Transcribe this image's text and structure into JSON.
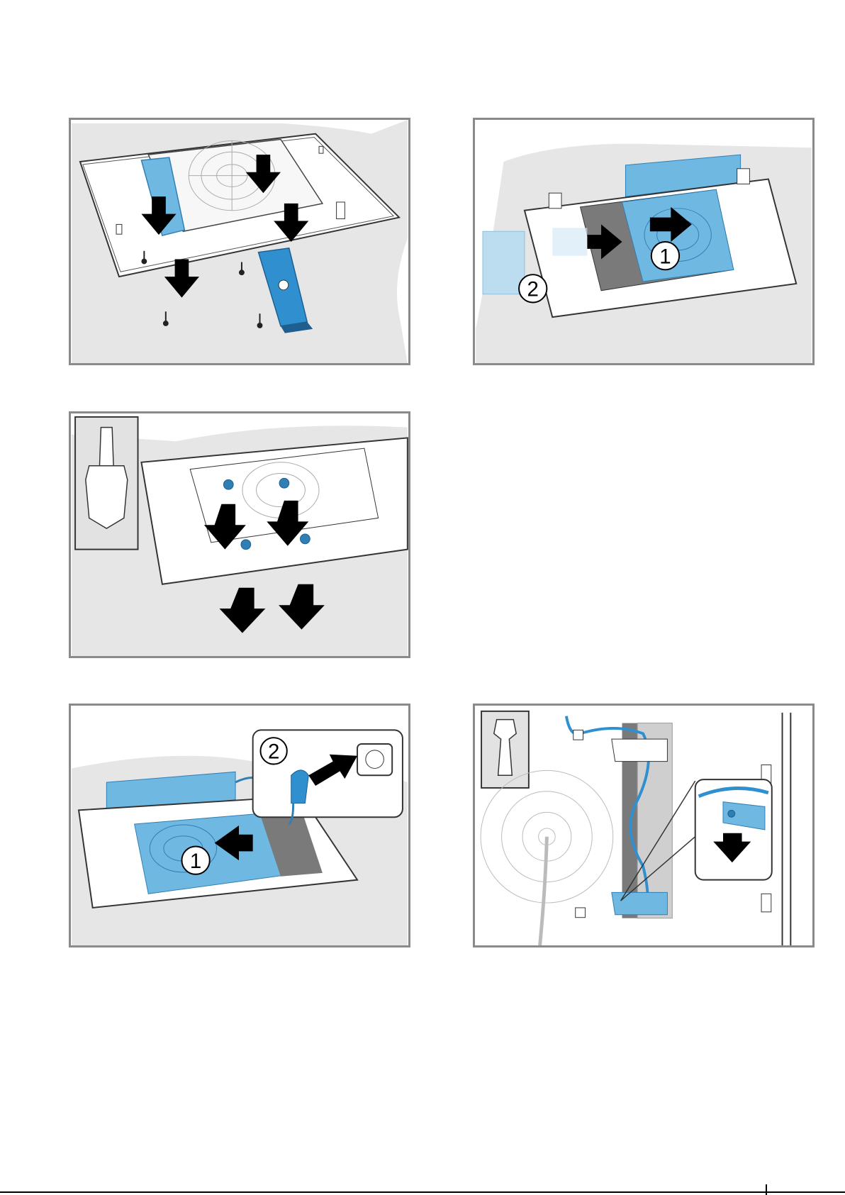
{
  "figures": [
    {
      "id": "fig-1",
      "callouts": []
    },
    {
      "id": "fig-2",
      "callouts": [
        "1",
        "2"
      ]
    },
    {
      "id": "fig-3",
      "callouts": []
    },
    {
      "id": "fig-4",
      "callouts": [
        "1",
        "2"
      ]
    },
    {
      "id": "fig-5",
      "callouts": []
    }
  ],
  "labels": {
    "fig2_step1": "1",
    "fig2_step2": "2",
    "fig4_step1": "1",
    "fig4_step2": "2"
  },
  "colors": {
    "blue": "#6fb8e2",
    "blue_dark": "#2f7fb5",
    "gray_bg": "#e6e6e7",
    "frame": "#8a8a8a",
    "arrow": "#000000",
    "dark_cavity": "#7a7a7a"
  },
  "icons": [
    "torx-bit-icon",
    "power-plug-icon",
    "socket-icon",
    "fan-icon",
    "screw-icon",
    "arrow-icon"
  ]
}
